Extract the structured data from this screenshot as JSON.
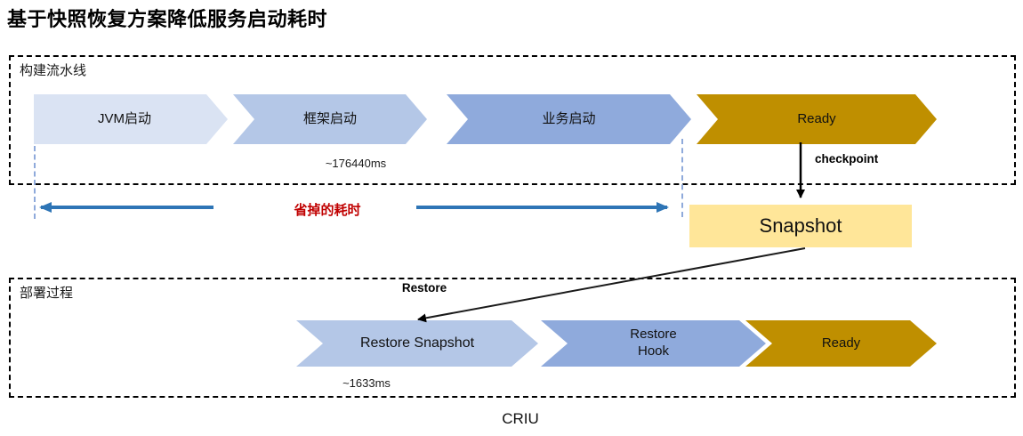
{
  "title": "基于快照恢复方案降低服务启动耗时",
  "build_pipeline": {
    "label": "构建流水线",
    "stages": [
      {
        "label": "JVM启动"
      },
      {
        "label": "框架启动",
        "duration": "~176440ms"
      },
      {
        "label": "业务启动"
      },
      {
        "label": "Ready"
      }
    ]
  },
  "checkpoint_label": "checkpoint",
  "snapshot_label": "Snapshot",
  "saved_time_label": "省掉的耗时",
  "restore_label": "Restore",
  "deploy_process": {
    "label": "部署过程",
    "stages": [
      {
        "label": "Restore Snapshot",
        "duration": "~1633ms"
      },
      {
        "label": "Restore Hook"
      },
      {
        "label": "Ready"
      }
    ]
  },
  "criu_label": "CRIU",
  "colors": {
    "stage_light": "#dae3f3",
    "stage_mid": "#b4c7e7",
    "stage_dark": "#8faadc",
    "ready_gold": "#bf8f00",
    "snapshot_fill": "#ffe699",
    "arrow_blue": "#2e75b6",
    "saved_time_red": "#c00000",
    "guide_dash_blue": "#8faadb"
  }
}
